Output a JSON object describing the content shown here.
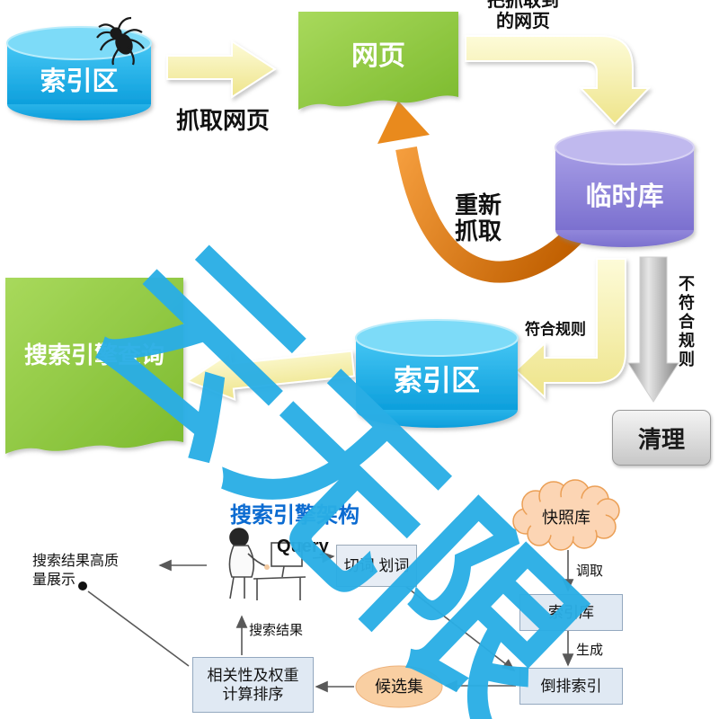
{
  "top": {
    "index_db": "索引区",
    "webpage": "网页",
    "temp_db": "临时库",
    "index_db2": "索引区",
    "search_query": "搜索引擎查询",
    "clean": "清理",
    "spider_note_line1": "把抓取到",
    "spider_note_line2": "的网页",
    "crawl_label": "抓取网页",
    "recrawl_line1": "重新",
    "recrawl_line2": "抓取",
    "rule_match": "符合规则",
    "rule_mismatch": "不符合规则"
  },
  "bottom": {
    "title": "搜索引擎架构",
    "query": "Query",
    "segmentation": "切词 划词",
    "snapshot": "快照库",
    "index_store": "索引库",
    "inverted_index": "倒排索引",
    "candidate": "候选集",
    "ranking_line1": "相关性及权重",
    "ranking_line2": "计算排序",
    "results_line1": "搜索结果高质",
    "results_line2": "量展示",
    "feedback": "搜索结果",
    "fetch": "调取",
    "generate": "生成"
  },
  "watermark": "云无限",
  "colors": {
    "blue_db": "#1db4f0",
    "purple_db": "#8d85da",
    "green_doc": "#8dc63f",
    "yellow_arrow": "#f0e68e",
    "orange_arrow": "#e8820c",
    "gray_arrow": "#9e9e9e",
    "watermark_blue": "#2aaee5",
    "box_fill": "#e0e9f3",
    "cloud_fill": "#fcd5b4",
    "title_blue": "#0b6bd1"
  }
}
